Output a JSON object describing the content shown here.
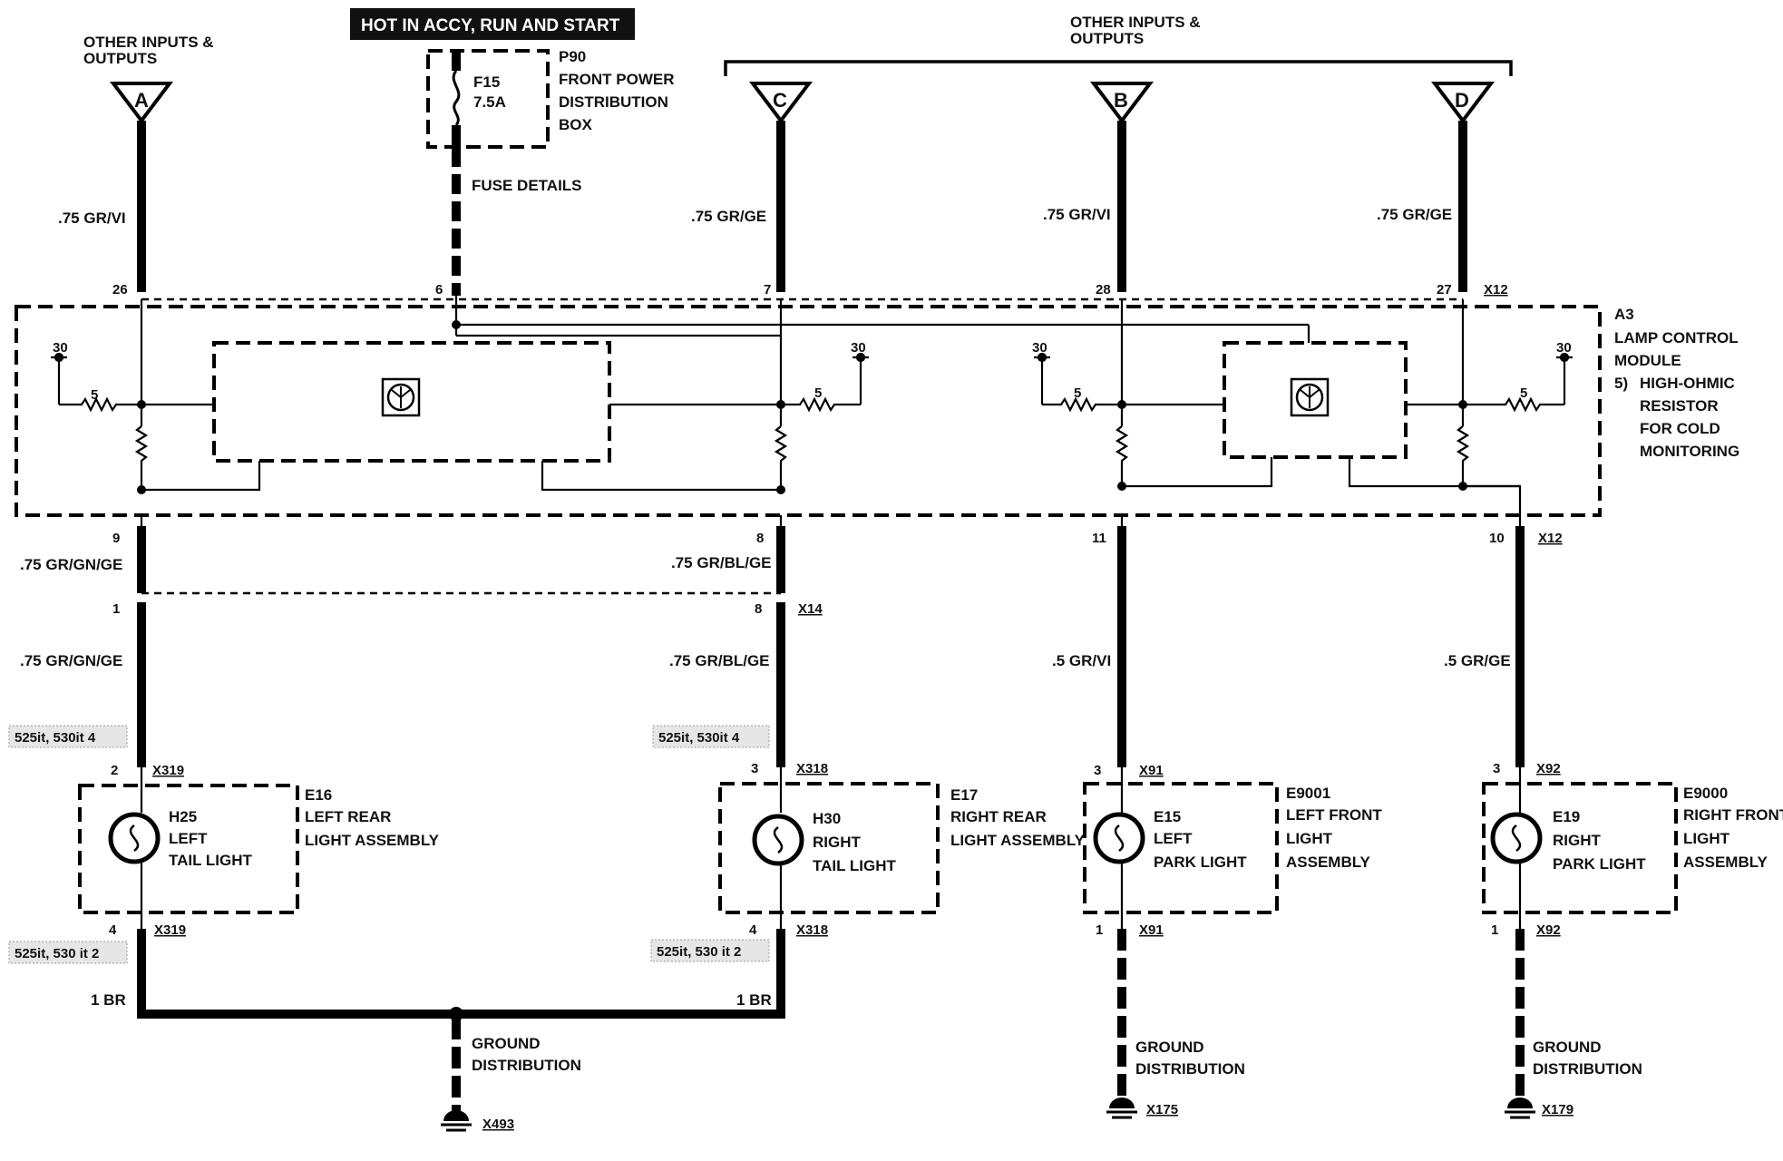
{
  "top_banner": "HOT IN ACCY, RUN AND START",
  "fuse": {
    "id": "F15",
    "rating": "7.5A",
    "box_id": "P90",
    "box_desc": [
      "FRONT POWER",
      "DISTRIBUTION",
      "BOX"
    ],
    "details": "FUSE DETAILS",
    "pin": "6"
  },
  "other_io_left": [
    "OTHER INPUTS &",
    "OUTPUTS"
  ],
  "other_io_right": [
    "OTHER INPUTS &",
    "OUTPUTS"
  ],
  "connectors": {
    "a": "A",
    "b": "B",
    "c": "C",
    "d": "D"
  },
  "inputs": {
    "a": {
      "wire": ".75 GR/VI",
      "pin": "26"
    },
    "c": {
      "wire": ".75 GR/GE",
      "pin": "7"
    },
    "b": {
      "wire": ".75 GR/VI",
      "pin": "28"
    },
    "d": {
      "wire": ".75 GR/GE",
      "pin": "27",
      "connector": "X12"
    }
  },
  "module": {
    "id": "A3",
    "desc": [
      "LAMP CONTROL",
      "MODULE"
    ],
    "note_num": "5)",
    "note": [
      "HIGH-OHMIC",
      "RESISTOR",
      "FOR COLD",
      "MONITORING"
    ],
    "terminal": "30",
    "resistor": "5"
  },
  "outputs": {
    "a": {
      "pin": "9",
      "wire": ".75 GR/GN/GE"
    },
    "c": {
      "pin": "8",
      "wire": ".75 GR/BL/GE"
    },
    "b": {
      "pin": "11"
    },
    "d": {
      "pin": "10",
      "connector": "X12"
    }
  },
  "splice": {
    "a": {
      "pin": "1",
      "wire": ".75 GR/GN/GE"
    },
    "c": {
      "pin": "8",
      "connector": "X14",
      "wire": ".75 GR/BL/GE"
    },
    "b": {
      "wire": ".5 GR/VI"
    },
    "d": {
      "wire": ".5 GR/GE"
    }
  },
  "option_top": {
    "a": "525it, 530it  4",
    "c": "525it, 530it  4"
  },
  "option_bottom": {
    "a": "525it, 530 it  2",
    "c": "525it, 530 it  2"
  },
  "lamps": [
    {
      "top_pin": "2",
      "top_conn": "X319",
      "bulb_id": "H25",
      "bulb_desc": [
        "LEFT",
        "TAIL LIGHT"
      ],
      "assembly_id": "E16",
      "assembly_desc": [
        "LEFT REAR",
        "LIGHT ASSEMBLY"
      ],
      "bottom_pin": "4",
      "bottom_conn": "X319"
    },
    {
      "top_pin": "3",
      "top_conn": "X318",
      "bulb_id": "H30",
      "bulb_desc": [
        "RIGHT",
        "TAIL LIGHT"
      ],
      "assembly_id": "E17",
      "assembly_desc": [
        "RIGHT REAR",
        "LIGHT ASSEMBLY"
      ],
      "bottom_pin": "4",
      "bottom_conn": "X318"
    },
    {
      "top_pin": "3",
      "top_conn": "X91",
      "bulb_id": "E15",
      "bulb_desc": [
        "LEFT",
        "PARK LIGHT"
      ],
      "assembly_id": "E9001",
      "assembly_desc": [
        "LEFT FRONT",
        "LIGHT",
        "ASSEMBLY"
      ],
      "bottom_pin": "1",
      "bottom_conn": "X91"
    },
    {
      "top_pin": "3",
      "top_conn": "X92",
      "bulb_id": "E19",
      "bulb_desc": [
        "RIGHT",
        "PARK LIGHT"
      ],
      "assembly_id": "E9000",
      "assembly_desc": [
        "RIGHT FRONT",
        "LIGHT",
        "ASSEMBLY"
      ],
      "bottom_pin": "1",
      "bottom_conn": "X92"
    }
  ],
  "ground": {
    "wire": "1 BR",
    "label": [
      "GROUND",
      "DISTRIBUTION"
    ],
    "left": "X493",
    "mid": "X175",
    "right": "X179"
  }
}
